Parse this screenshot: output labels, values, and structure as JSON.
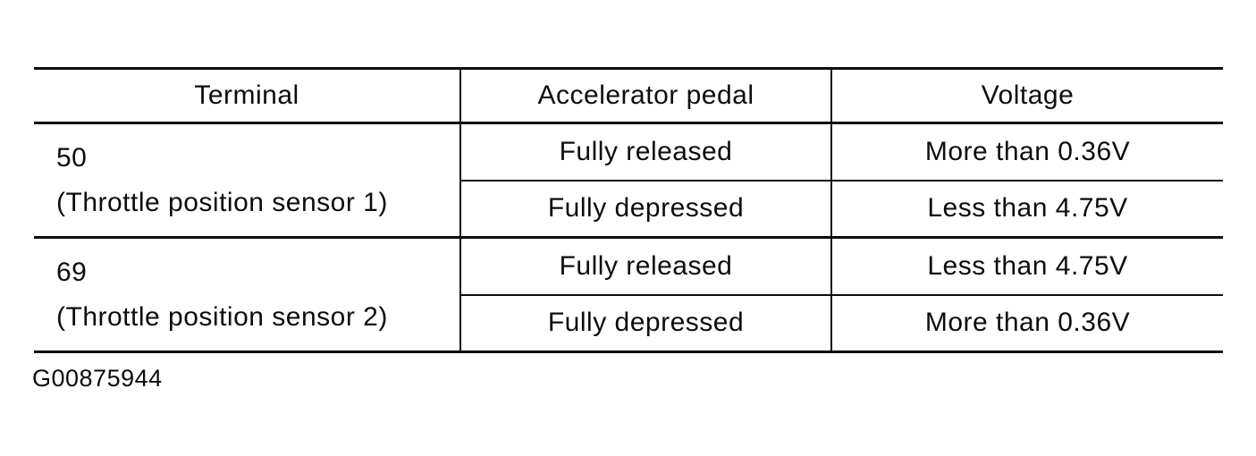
{
  "table": {
    "headers": [
      "Terminal",
      "Accelerator pedal",
      "Voltage"
    ],
    "groups": [
      {
        "terminal": "50",
        "terminal_note": "(Throttle position sensor 1)",
        "conditions": [
          {
            "pedal": "Fully released",
            "voltage": "More than 0.36V"
          },
          {
            "pedal": "Fully depressed",
            "voltage": "Less than 4.75V"
          }
        ]
      },
      {
        "terminal": "69",
        "terminal_note": "(Throttle position sensor 2)",
        "conditions": [
          {
            "pedal": "Fully released",
            "voltage": "Less than 4.75V"
          },
          {
            "pedal": "Fully depressed",
            "voltage": "More than 0.36V"
          }
        ]
      }
    ]
  },
  "caption": "G00875944",
  "colors": {
    "background": "#ffffff",
    "ink": "#0d0d0d"
  }
}
